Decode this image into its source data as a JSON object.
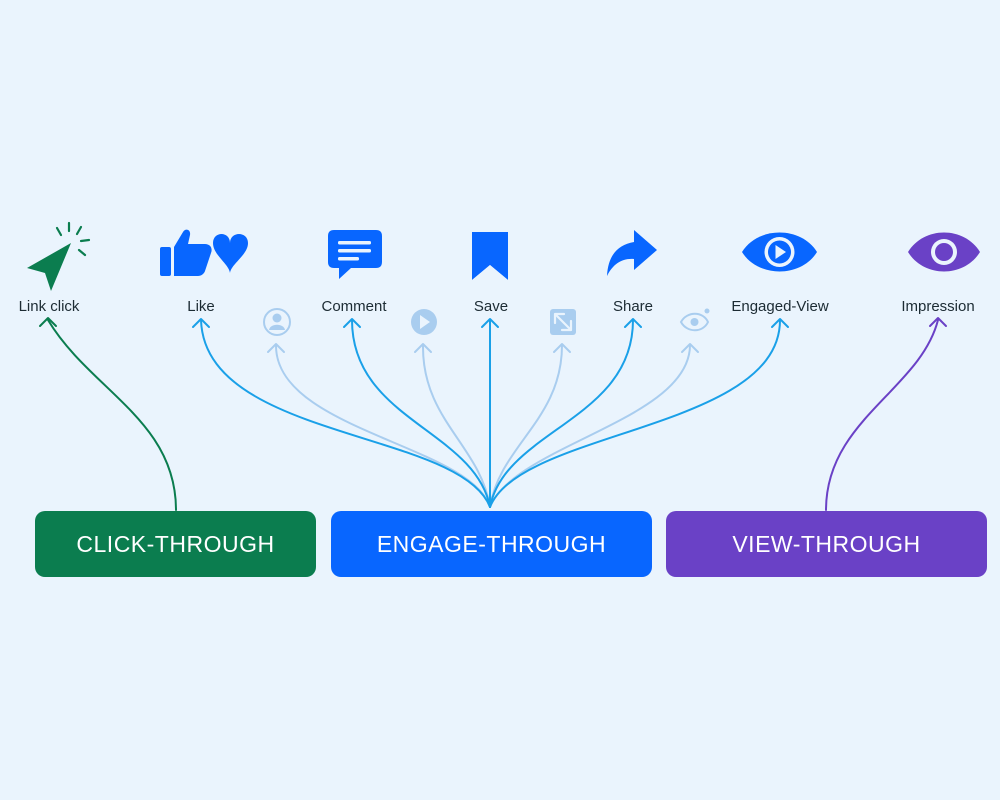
{
  "colors": {
    "background": "#eaf4fd",
    "click": "#0b7d4f",
    "engage": "#0866ff",
    "engage_line": "#1aa0e8",
    "engage_faded": "#a9cdef",
    "view": "#6a41c6",
    "text": "#1c2b33"
  },
  "actions": [
    {
      "label": "Link click",
      "icon": "cursor-click-icon",
      "group": "click"
    },
    {
      "label": "Like",
      "icon": "thumbs-up-heart-icon",
      "group": "engage"
    },
    {
      "label": "Comment",
      "icon": "comment-bubble-icon",
      "group": "engage"
    },
    {
      "label": "Save",
      "icon": "bookmark-icon",
      "group": "engage"
    },
    {
      "label": "Share",
      "icon": "share-arrow-icon",
      "group": "engage"
    },
    {
      "label": "Engaged-View",
      "icon": "play-eye-icon",
      "group": "engage"
    },
    {
      "label": "Impression",
      "icon": "eye-icon",
      "group": "view"
    }
  ],
  "faded_icons": [
    "profile-icon",
    "play-circle-icon",
    "expand-icon",
    "eye-outline-icon"
  ],
  "boxes": {
    "click": "CLICK-THROUGH",
    "engage": "ENGAGE-THROUGH",
    "view": "VIEW-THROUGH"
  }
}
